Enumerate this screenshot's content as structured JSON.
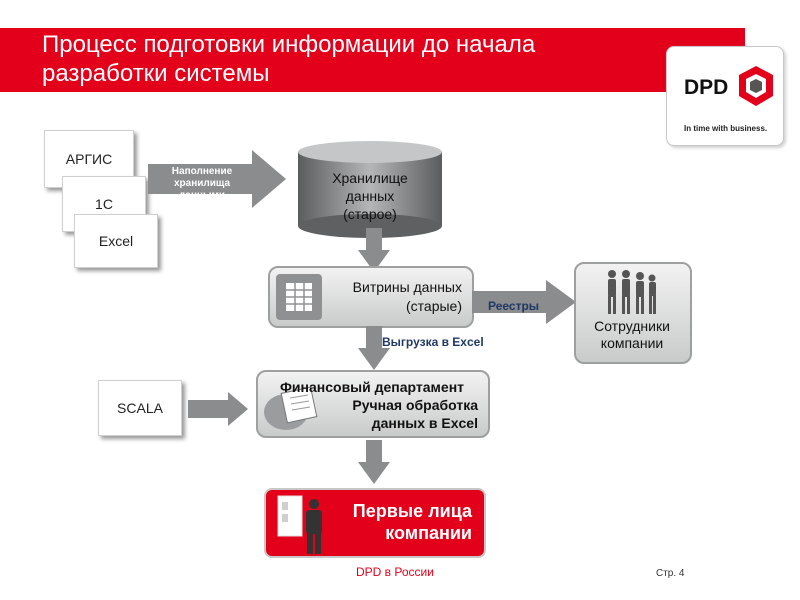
{
  "title": "Процесс подготовки информации до начала разработки системы",
  "logo": {
    "text": "DPD",
    "tagline": "In time with business."
  },
  "sources": [
    "АРГИС",
    "1С",
    "Excel"
  ],
  "scala": "SCALA",
  "arrow_fill": "Наполнение хранилища данными",
  "warehouse": "Хранилище данных (старое)",
  "marts": "Витрины данных (старые)",
  "registers": "Реестры",
  "employees": "Сотрудники компании",
  "export": "Выгрузка в Excel",
  "finance": {
    "line1": "Финансовый департамент",
    "line2": "Ручная обработка данных в Excel"
  },
  "top_people": "Первые лица компании",
  "footer": "DPD в России",
  "page": "Стр. 4",
  "colors": {
    "brand_red": "#e2001a",
    "arrow_grey": "#8a8c8e",
    "label_blue": "#1f3864"
  }
}
